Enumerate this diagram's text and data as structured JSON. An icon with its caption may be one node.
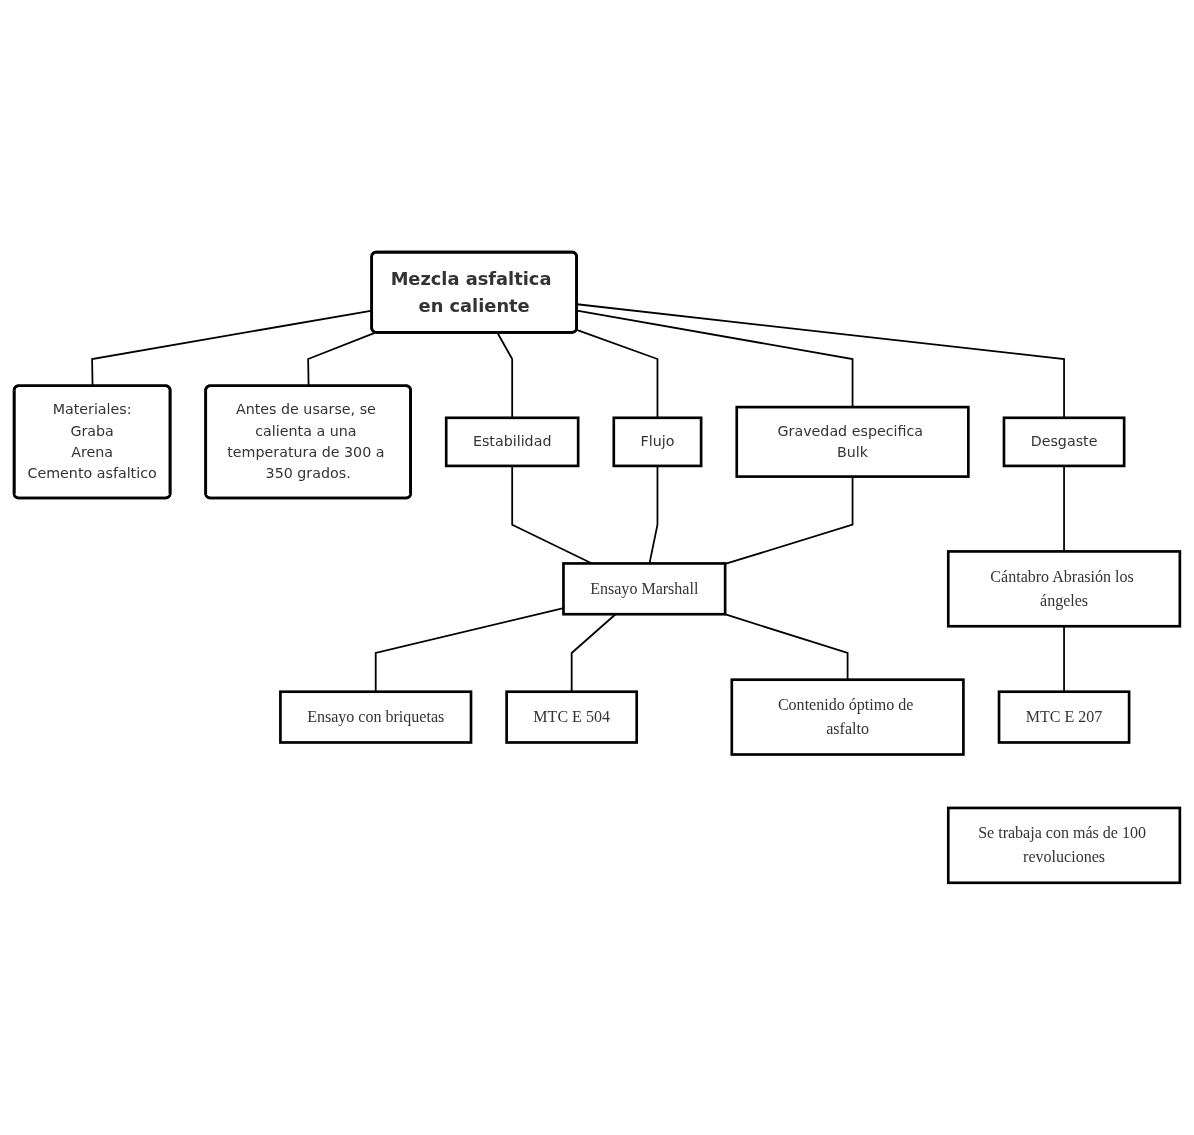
{
  "diagram": {
    "nodes": [
      {
        "text": [
          "Mezcla asfaltica en caliente"
        ]
      },
      {
        "text": [
          "Materiales:",
          "Graba",
          "Arena",
          "Cemento asfaltico"
        ]
      },
      {
        "text": [
          "Antes de usarse, se calienta a una temperatura de 300 a 350 grados."
        ]
      },
      {
        "text": [
          "Estabilidad"
        ]
      },
      {
        "text": [
          "Flujo"
        ]
      },
      {
        "text": [
          "Gravedad especifica Bulk"
        ]
      },
      {
        "text": [
          "Desgaste"
        ]
      },
      {
        "text": [
          "Ensayo Marshall"
        ]
      },
      {
        "text": [
          "Cántabro Abrasión los ángeles"
        ]
      },
      {
        "text": [
          "Ensayo con briquetas"
        ]
      },
      {
        "text": [
          "MTC E 504"
        ]
      },
      {
        "text": [
          "Contenido óptimo de asfalto"
        ]
      },
      {
        "text": [
          "MTC E 207"
        ]
      },
      {
        "text": [
          "Se trabaja con más de 100 revoluciones"
        ]
      }
    ],
    "edges": [
      {
        "from": 0,
        "to": 1,
        "arrow": "none"
      },
      {
        "from": 0,
        "to": 2,
        "arrow": "none"
      },
      {
        "from": 0,
        "to": 3,
        "arrow": "none"
      },
      {
        "from": 0,
        "to": 4,
        "arrow": "none"
      },
      {
        "from": 0,
        "to": 5,
        "arrow": "none"
      },
      {
        "from": 0,
        "to": 6,
        "arrow": "none"
      },
      {
        "from": 3,
        "to": 7,
        "arrow": "none"
      },
      {
        "from": 4,
        "to": 7,
        "arrow": "none"
      },
      {
        "from": 5,
        "to": 7,
        "arrow": "none"
      },
      {
        "from": 6,
        "to": 8,
        "arrow": "none"
      },
      {
        "from": 7,
        "to": 9,
        "arrow": "none"
      },
      {
        "from": 7,
        "to": 10,
        "arrow": "none"
      },
      {
        "from": 7,
        "to": 11,
        "arrow": "none"
      },
      {
        "from": 8,
        "to": 12,
        "arrow": "none"
      }
    ]
  }
}
